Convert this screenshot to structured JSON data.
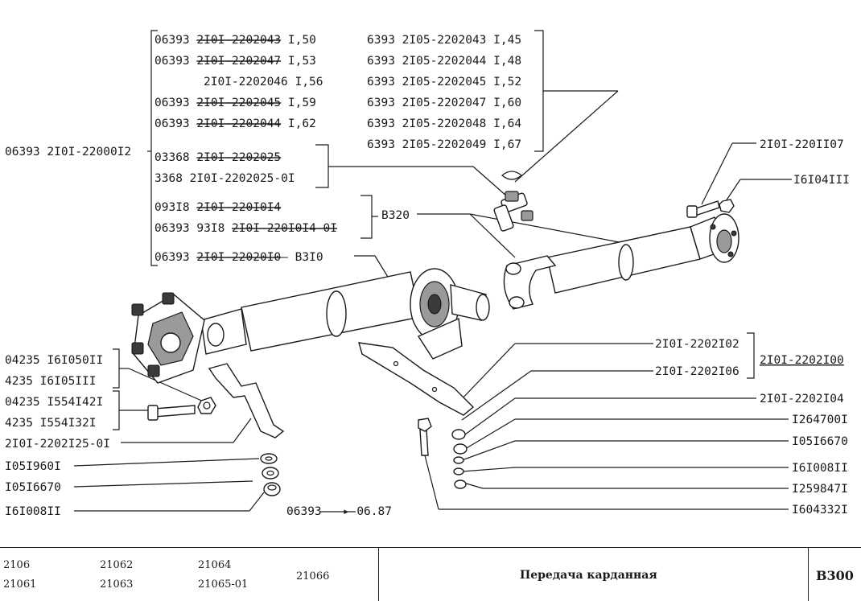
{
  "callouts": {
    "left_main": "06393 2I0I-22000I2",
    "brackets_left": [
      {
        "prefix": "06393",
        "num": "2I0I-2202043",
        "len": "I,50",
        "struck": true
      },
      {
        "prefix": "06393",
        "num": "2I0I-2202047",
        "len": "I,53",
        "struck": true
      },
      {
        "prefix": "",
        "num": "2I0I-2202046",
        "len": "I,56",
        "struck": false
      },
      {
        "prefix": "06393",
        "num": "2I0I-2202045",
        "len": "I,59",
        "struck": true
      },
      {
        "prefix": "06393",
        "num": "2I0I-2202044",
        "len": "I,62",
        "struck": true
      }
    ],
    "brackets_right": [
      {
        "prefix": "6393",
        "num": "2I05-2202043",
        "len": "I,45"
      },
      {
        "prefix": "6393",
        "num": "2I05-2202044",
        "len": "I,48"
      },
      {
        "prefix": "6393",
        "num": "2I05-2202045",
        "len": "I,52"
      },
      {
        "prefix": "6393",
        "num": "2I05-2202047",
        "len": "I,60"
      },
      {
        "prefix": "6393",
        "num": "2I05-2202048",
        "len": "I,64"
      },
      {
        "prefix": "6393",
        "num": "2I05-2202049",
        "len": "I,67"
      }
    ],
    "cross_a": {
      "prefix": "03368",
      "num": "2I0I-2202025"
    },
    "cross_b": {
      "prefix": "3368",
      "num": "2I0I-2202025-0I"
    },
    "yoke_a": {
      "prefix": "093I8",
      "num": "2I0I-220I0I4"
    },
    "yoke_b": {
      "prefix": "06393 93I8",
      "num": "2I0I-220I0I4-0I"
    },
    "shaft_front": {
      "prefix": "06393",
      "num": "2I0I-22020I0",
      "ref": "B3I0"
    },
    "ref_b320": "B320",
    "top_right_1": "2I0I-220II07",
    "top_right_2": "I6I04III",
    "left_lower": [
      {
        "a": "04235",
        "b": "I6I050II"
      },
      {
        "a": "4235",
        "b": "I6I05III"
      },
      {
        "a": "04235",
        "b": "I554I42I"
      },
      {
        "a": "4235",
        "b": "I554I32I"
      }
    ],
    "left_bracket_part": "2I0I-2202I25-0I",
    "washers_left": [
      "I05I960I",
      "I05I6670",
      "I6I008II"
    ],
    "right_group_1": "2I0I-2202I02",
    "right_group_2": "2I0I-2202I06",
    "right_group_total": "2I0I-2202I00",
    "right_list": [
      "2I0I-2202I04",
      "I264700I",
      "I05I6670",
      "I6I008II",
      "I259847I",
      "I604332I"
    ],
    "change_from": "06393",
    "change_to": "06.87"
  },
  "footer": {
    "models_col1": [
      "2106",
      "21061"
    ],
    "models_col2": [
      "21062",
      "21063"
    ],
    "models_col3": [
      "21064",
      "21065-01"
    ],
    "models_col4": "21066",
    "title": "Передача карданная",
    "code": "B300"
  }
}
